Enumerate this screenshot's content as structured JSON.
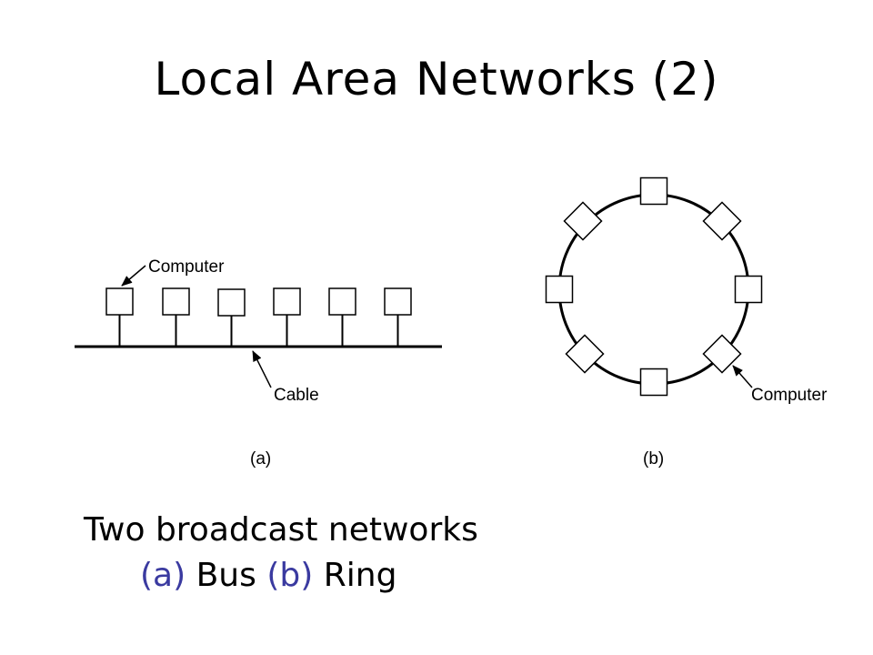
{
  "slide": {
    "title": "Local Area Networks (2)"
  },
  "bus_diagram": {
    "computer_label": "Computer",
    "cable_label": "Cable",
    "panel_label": "(a)"
  },
  "ring_diagram": {
    "computer_label": "Computer",
    "panel_label": "(b)"
  },
  "caption": {
    "line1": "Two broadcast networks",
    "a_marker": "(a)",
    "a_text": "Bus",
    "b_marker": "(b)",
    "b_text": "Ring"
  },
  "colors": {
    "marker": "#3a3aa0",
    "line": "#000000",
    "background": "#ffffff"
  }
}
